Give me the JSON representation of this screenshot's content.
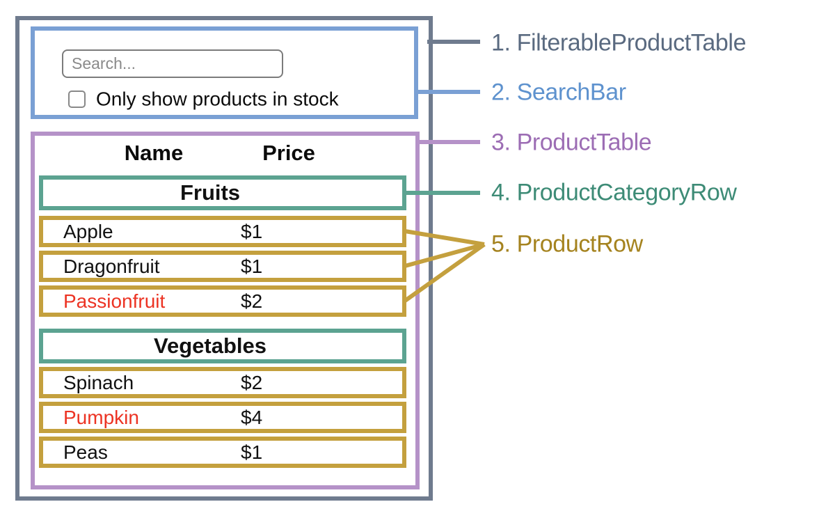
{
  "colors": {
    "filterable_product_table": "#6F7B8E",
    "search_bar": "#7AA0D4",
    "product_table": "#B592C8",
    "product_category_row": "#5CA391",
    "product_row": "#C4A03E",
    "out_of_stock_text": "#EC3323"
  },
  "search_bar": {
    "input_placeholder": "Search...",
    "checkbox_label": "Only show products in stock",
    "checkbox_checked": false
  },
  "product_table": {
    "columns": [
      "Name",
      "Price"
    ],
    "sections": [
      {
        "category": "Fruits",
        "rows": [
          {
            "name": "Apple",
            "price": "$1"
          },
          {
            "name": "Dragonfruit",
            "price": "$1"
          },
          {
            "name": "Passionfruit",
            "price": "$2",
            "out_of_stock": true
          }
        ]
      },
      {
        "category": "Vegetables",
        "rows": [
          {
            "name": "Spinach",
            "price": "$2"
          },
          {
            "name": "Pumpkin",
            "price": "$4",
            "out_of_stock": true
          },
          {
            "name": "Peas",
            "price": "$1"
          }
        ]
      }
    ]
  },
  "legend": [
    {
      "label": "1. FilterableProductTable"
    },
    {
      "label": "2. SearchBar"
    },
    {
      "label": "3. ProductTable"
    },
    {
      "label": "4. ProductCategoryRow"
    },
    {
      "label": "5. ProductRow"
    }
  ]
}
